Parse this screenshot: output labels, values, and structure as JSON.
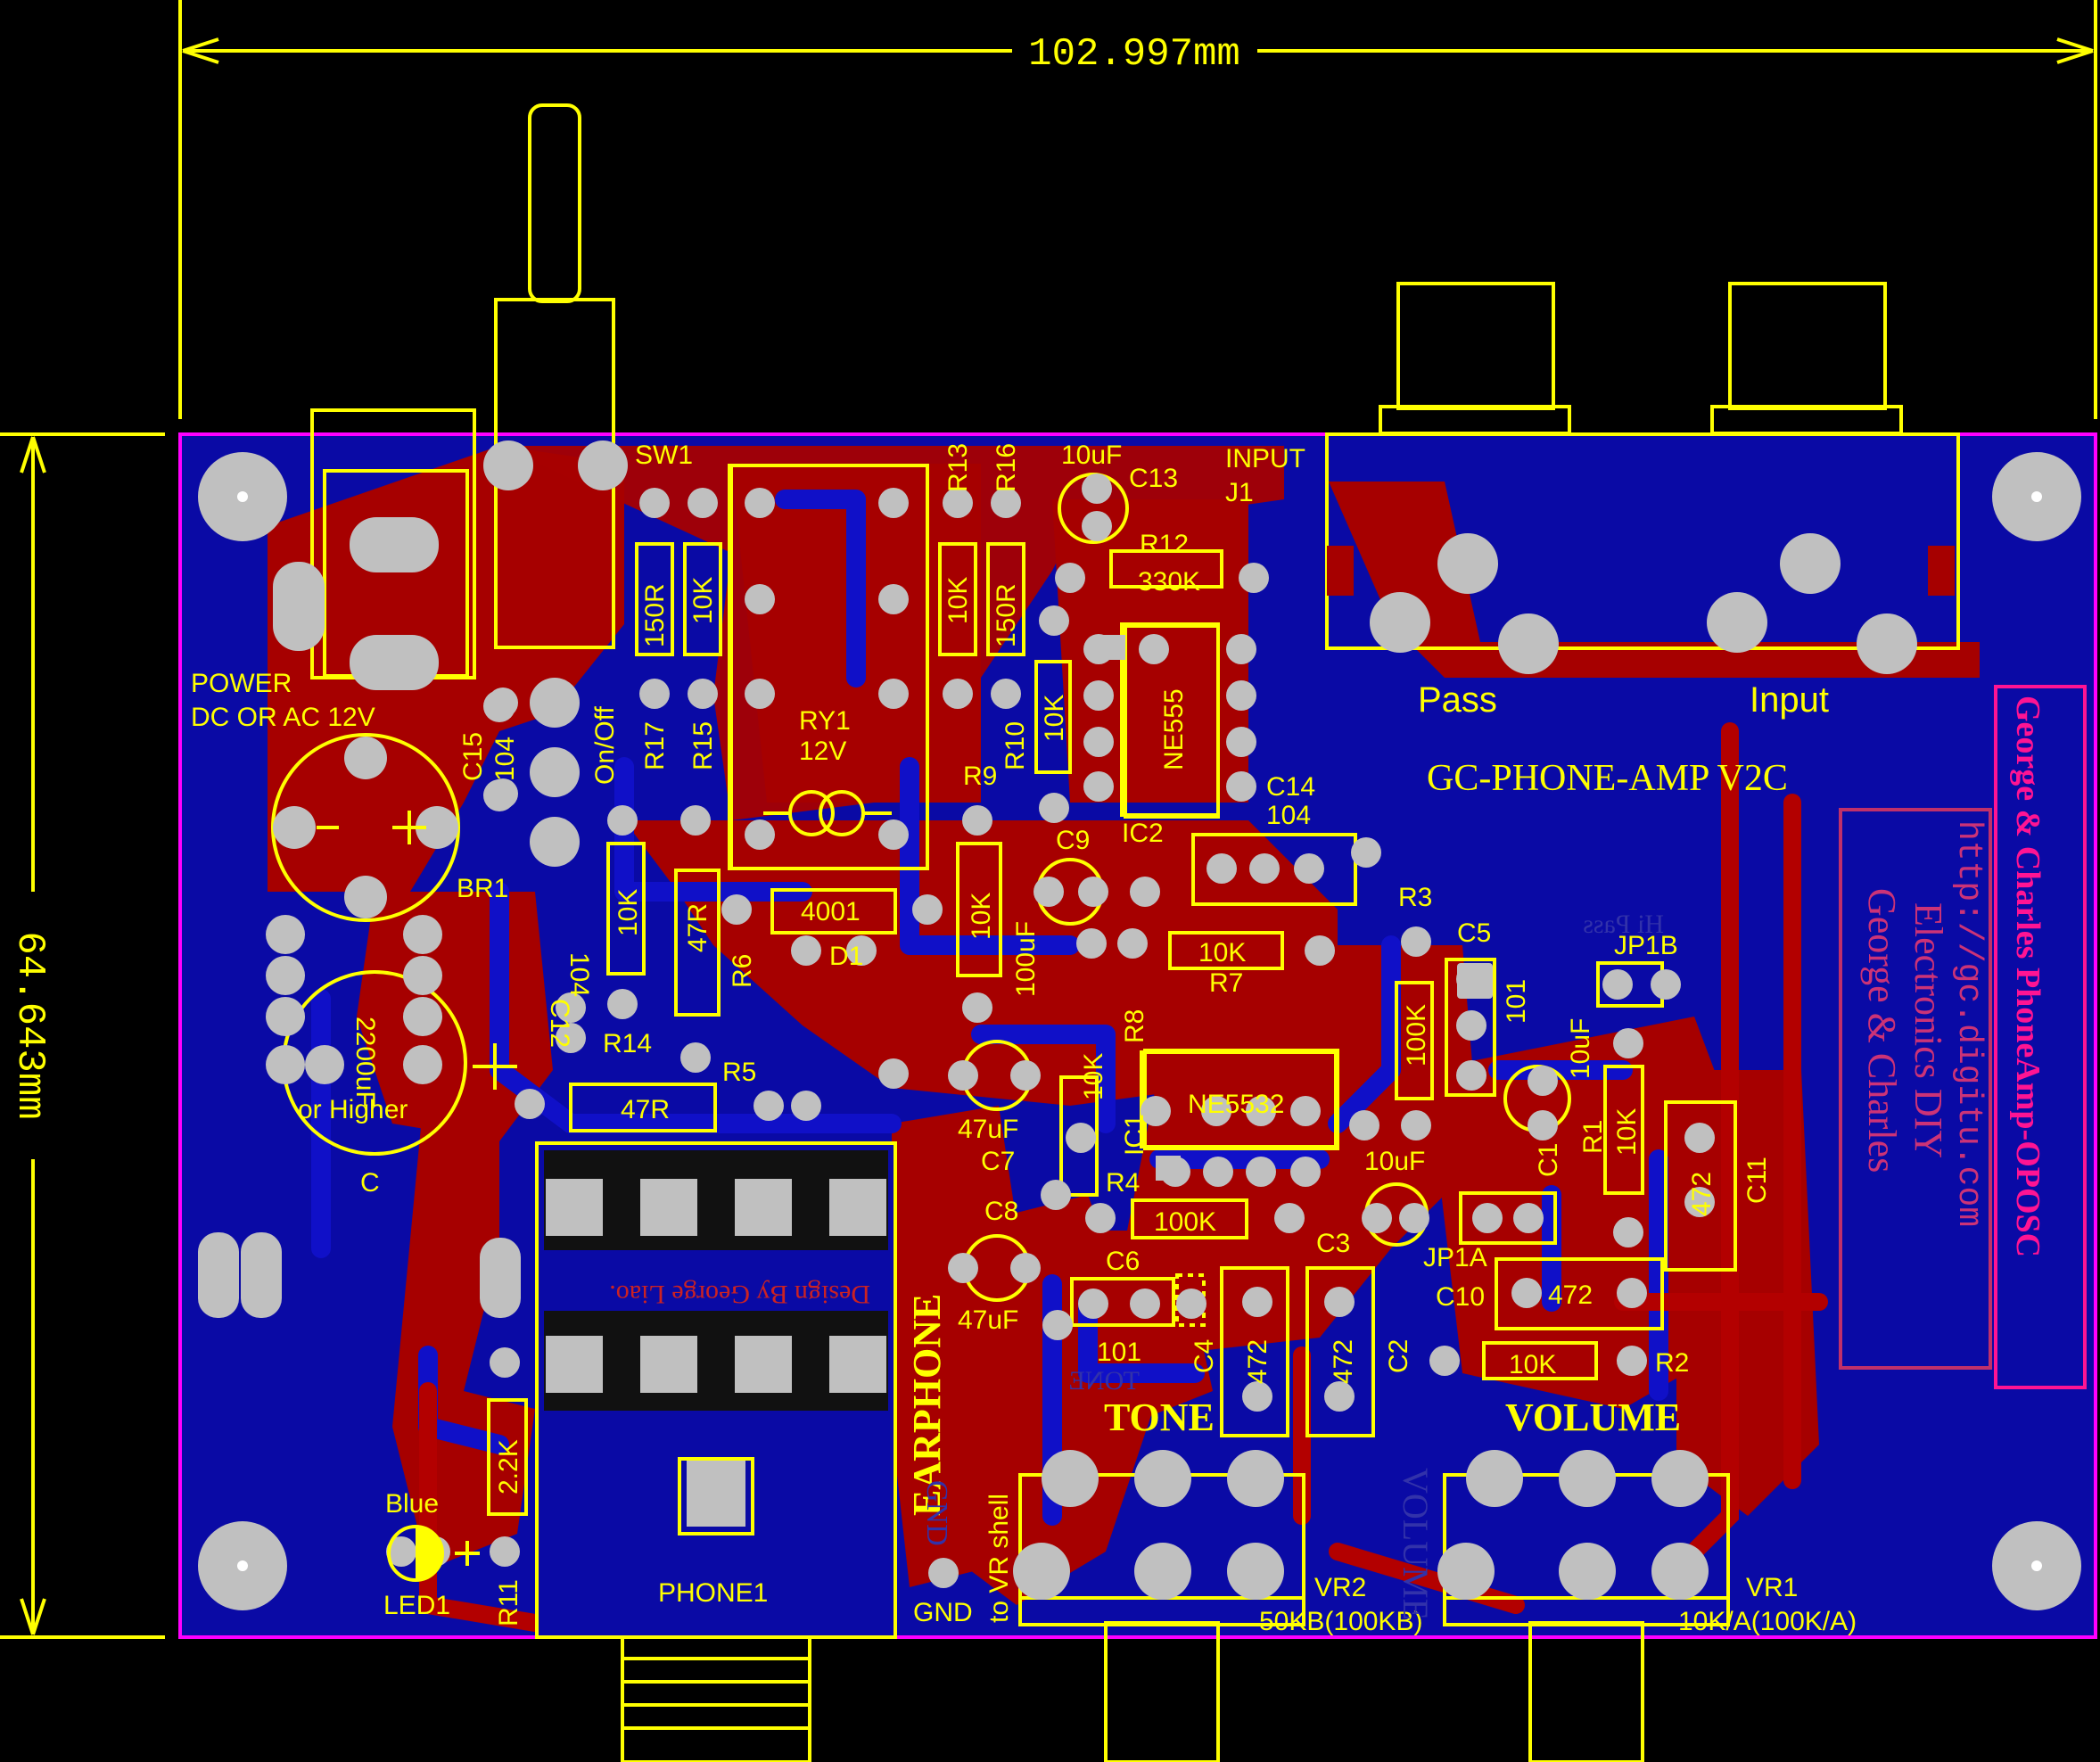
{
  "colors": {
    "background": "#000000",
    "board_fill": "#0a0aa5",
    "top_copper": "#a60000",
    "silkscreen": "#ffff00",
    "pad": "#c0c0c0",
    "outline": "#ff00ff",
    "bottom_silk": "#ff1493",
    "bottom_text": "#cc3377"
  },
  "dimensions": {
    "width": "102.997mm",
    "height": "64.643mm"
  },
  "board": {
    "title": "GC-PHONE-AMP V2C",
    "designer": "Design By George Liao.",
    "power_label_1": "POWER",
    "power_label_2": "DC OR AC 12V",
    "on_off": "On/Off",
    "input_label_1": "INPUT",
    "input_label_2": "J1",
    "pass": "Pass",
    "input": "Input",
    "earphone": "EARPHONE",
    "phone1": "PHONE1",
    "to_vr_shell": "to VR shell",
    "gnd": "GND",
    "gnd_mirror": "GND",
    "tone": "TONE",
    "tone_mirror": "TONE",
    "volume": "VOLUME",
    "volume_mirror": "VOLUME",
    "hipass_mirror": "Hi Pass",
    "vr2": "VR2",
    "vr2_value": "50KB(100KB)",
    "vr1": "VR1",
    "vr1_value": "10K/A(100K/A)",
    "blue": "Blue",
    "led1": "LED1",
    "bottom_silk_text": "George & Charles  PhoneAmp-OPOSC",
    "bottom_brand_1": "George & Charles",
    "bottom_brand_2": "Electronics DIY",
    "bottom_brand_3": "http://gc.digitu.com"
  },
  "labels": {
    "sw1": "SW1",
    "r13": "R13",
    "r16": "R16",
    "c13_val": "10uF",
    "c13": "C13",
    "r12": "R12",
    "r12_val": "330K",
    "r17": "R17",
    "r15": "R15",
    "r17_val": "150R",
    "r15_val": "10K",
    "r13_val": "10K",
    "r16_val": "150R",
    "r10": "R10",
    "r10_val": "10K",
    "ry1": "RY1",
    "ry1_val": "12V",
    "ic2_val": "NE555",
    "ic2": "IC2",
    "c14": "C14",
    "c14_val": "104",
    "c15": "C15",
    "c15_val": "104",
    "br1": "BR1",
    "r9": "R9",
    "c9": "C9",
    "c9_val": "100uF",
    "r14_val": "10K",
    "r14": "R14",
    "r6_val": "47R",
    "r6": "R6",
    "d1_val": "4001",
    "d1": "D1",
    "r9_val": "10K",
    "r7_val": "10K",
    "r7": "R7",
    "r3": "R3",
    "r3_val": "100K",
    "c5": "C5",
    "c5_val": "101",
    "jp1b": "JP1B",
    "c12": "C12",
    "c12_val": "104",
    "c_val_1": "2200uF",
    "c_val_2": "or Higher",
    "c": "C",
    "r5": "R5",
    "r5_val": "47R",
    "c7_val": "47uF",
    "c7": "C7",
    "r8_val": "10K",
    "r8": "R8",
    "ic1": "IC1",
    "ic1_val": "NE5532",
    "c1_val": "10uF",
    "c1": "C1",
    "r1": "R1",
    "r1_val": "10K",
    "c11_val": "472",
    "c11": "C11",
    "r4": "R4",
    "r4_val": "100K",
    "c3_val": "10uF",
    "c3": "C3",
    "jp1a": "JP1A",
    "c8": "C8",
    "c8_val": "47uF",
    "c6": "C6",
    "c6_val": "101",
    "c4": "C4",
    "c4_val": "472",
    "c2_val": "472",
    "c2": "C2",
    "c10": "C10",
    "c10_val": "472",
    "r2_val": "10K",
    "r2": "R2",
    "r11": "R11",
    "r11_val": "2.2K"
  }
}
